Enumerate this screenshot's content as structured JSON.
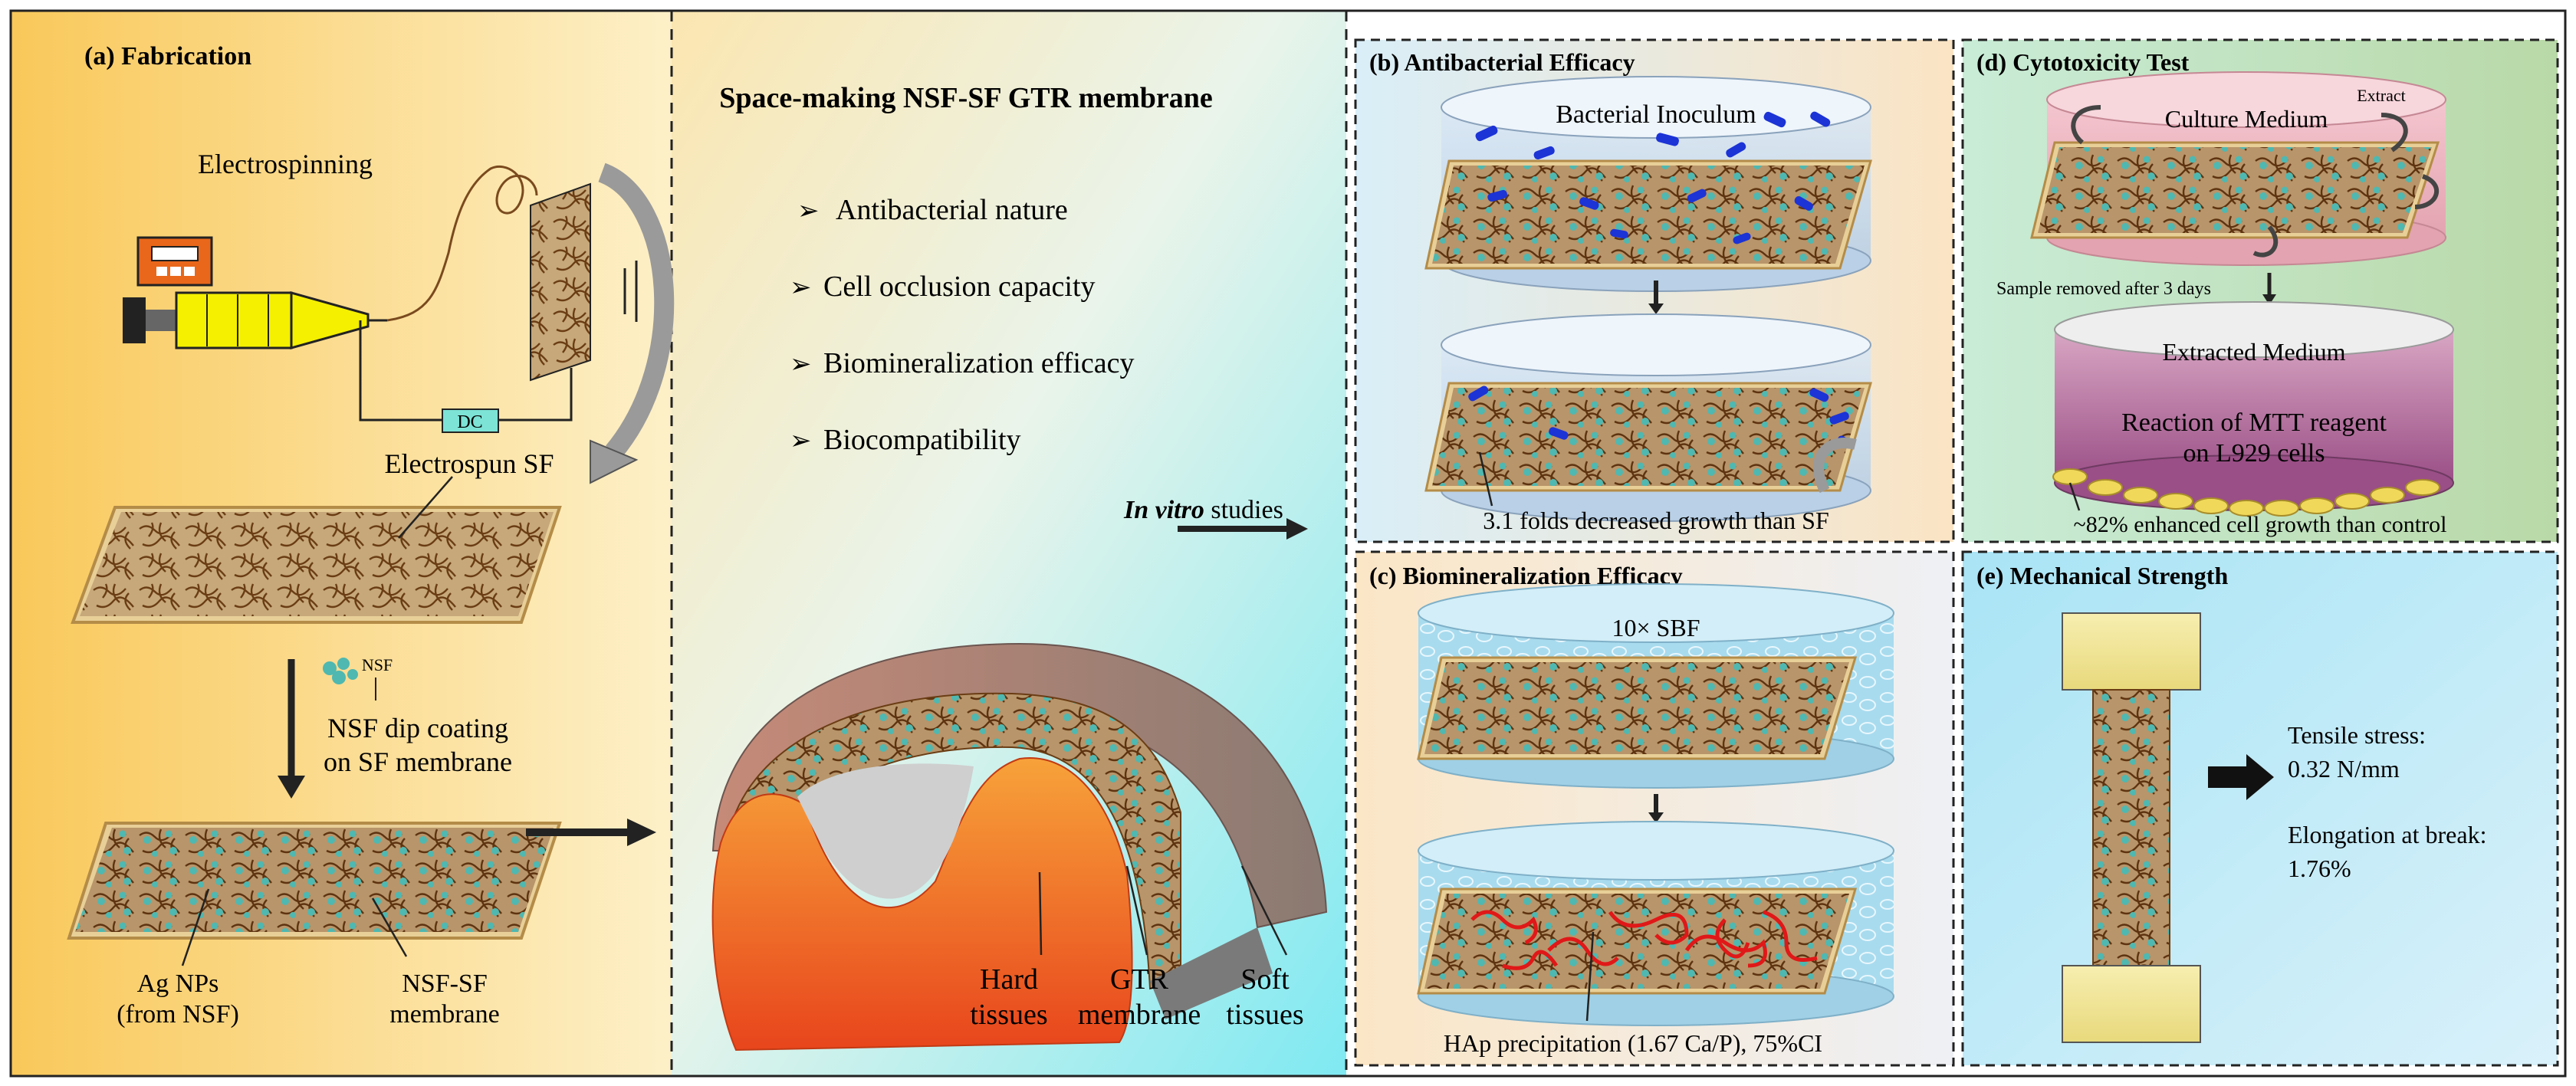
{
  "panel_a": {
    "title": "(a) Fabrication",
    "electrospinning": "Electrospinning",
    "dc": "DC",
    "electrospun_sf": "Electrospun SF",
    "nsf": "NSF",
    "dip_line1": "NSF dip coating",
    "dip_line2": "on SF membrane",
    "ag_line1": "Ag NPs",
    "ag_line2": "(from NSF)",
    "nsfsf_line1": "NSF-SF",
    "nsfsf_line2": "membrane"
  },
  "middle": {
    "title": "Space-making NSF-SF GTR membrane",
    "bullets": [
      "Antibacterial nature",
      "Cell occlusion capacity",
      "Biomineralization efficacy",
      "Biocompatibility"
    ],
    "bullet_glyph": "➢",
    "invitro_italic": "In vitro",
    "invitro_rest": " studies",
    "hard_line1": "Hard",
    "hard_line2": "tissues",
    "gtr_line1": "GTR",
    "gtr_line2": "membrane",
    "soft_line1": "Soft",
    "soft_line2": "tissues"
  },
  "panel_b": {
    "title": "(b) Antibacterial Efficacy",
    "inoculum": "Bacterial Inoculum",
    "result": "3.1 folds decreased growth than SF"
  },
  "panel_c": {
    "title": "(c) Biomineralization Efficacy",
    "sbf": "10× SBF",
    "result": "HAp precipitation (1.67 Ca/P), 75%CI"
  },
  "panel_d": {
    "title": "(d) Cytotoxicity Test",
    "culture": "Culture Medium",
    "extract": "Extract",
    "removed": "Sample removed after 3 days",
    "extracted": "Extracted Medium",
    "mtt_line1": "Reaction of MTT reagent",
    "mtt_line2": "on L929 cells",
    "result": "~82% enhanced cell growth than control"
  },
  "panel_e": {
    "title": "(e) Mechanical Strength",
    "tensile_label": "Tensile stress:",
    "tensile_value": "0.32 N/mm",
    "elong_label": "Elongation at break:",
    "elong_value": "1.76%"
  },
  "colors": {
    "fiber": "#7a4a1e",
    "nanoparticle": "#4fb8b0",
    "bacteria": "#1c33d6",
    "hap": "#e01818",
    "grip": "#f2e69a",
    "syringe": "#f4f000"
  }
}
